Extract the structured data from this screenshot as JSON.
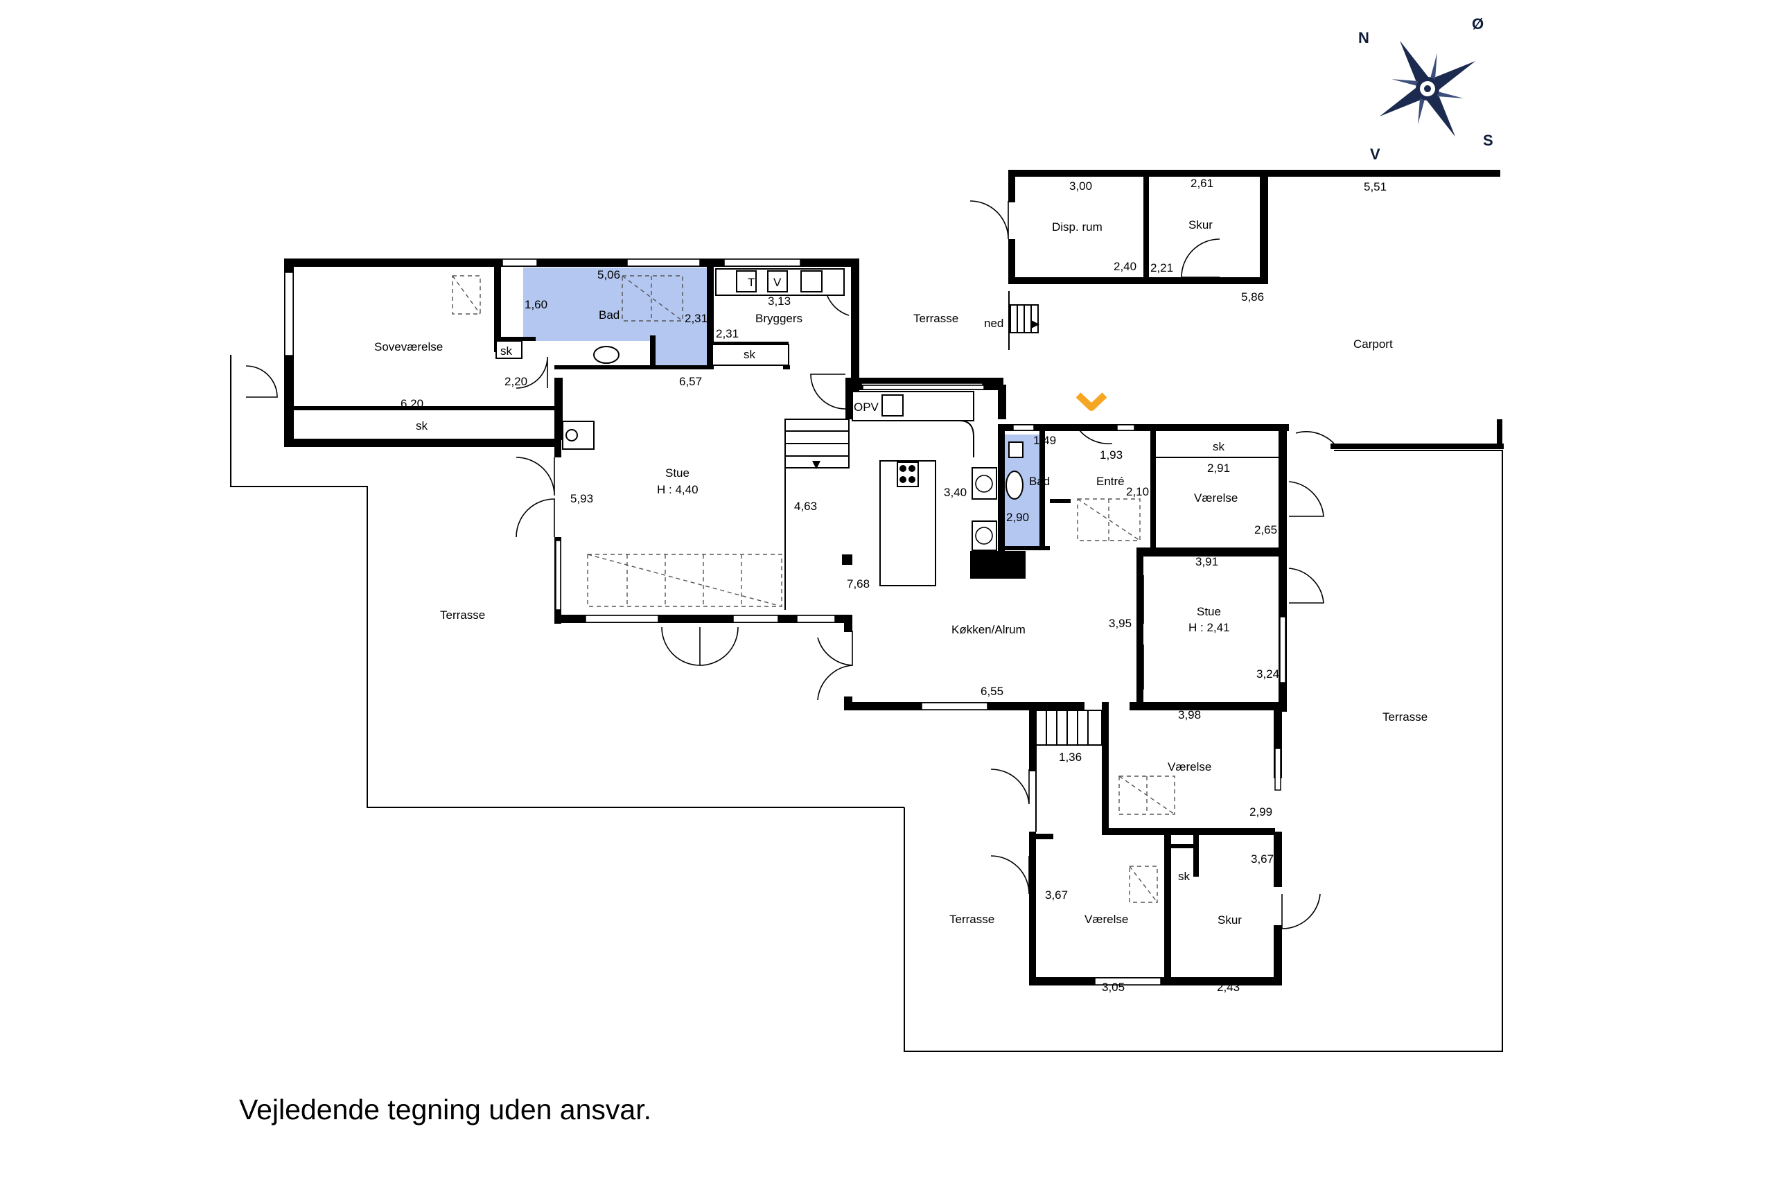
{
  "disclaimer": "Vejledende tegning uden ansvar.",
  "colors": {
    "bathroom": "#b3c7f0",
    "entry_marker": "#f5a623",
    "compass": "#1b2a4e"
  },
  "compass": {
    "n": "N",
    "e": "Ø",
    "s": "S",
    "w": "V"
  },
  "rooms": {
    "sovevaerelse": "Soveværelse",
    "bad_upper": "Bad",
    "bryggers": "Bryggers",
    "stue_left": "Stue",
    "stue_left_h": "H : 4,40",
    "koekken": "Køkken/Alrum",
    "bad_small": "Bad",
    "entre": "Entré",
    "vaerelse_1": "Værelse",
    "stue_right": "Stue",
    "stue_right_h": "H : 2,41",
    "vaerelse_2": "Værelse",
    "vaerelse_3": "Værelse",
    "skur_lower": "Skur",
    "disp_rum": "Disp. rum",
    "skur_upper": "Skur",
    "carport": "Carport",
    "terrasse_top": "Terrasse",
    "terrasse_left": "Terrasse",
    "terrasse_right": "Terrasse",
    "terrasse_bottom": "Terrasse"
  },
  "labels": {
    "sk_bed": "sk",
    "sk_bed_corridor": "sk",
    "sk_bryggers": "sk",
    "sk_vaerelse": "sk",
    "sk_lower": "sk",
    "ned": "ned",
    "opv": "OPV",
    "t": "T",
    "v": "V"
  },
  "dims": {
    "d_506": "5,06",
    "d_160": "1,60",
    "d_231a": "2,31",
    "d_313": "3,13",
    "d_231b": "2,31",
    "d_220": "2,20",
    "d_657": "6,57",
    "d_620": "6,20",
    "d_593": "5,93",
    "d_463": "4,63",
    "d_768": "7,68",
    "d_340": "3,40",
    "d_149": "1,49",
    "d_290": "2,90",
    "d_193": "1,93",
    "d_210": "2,10",
    "d_291": "2,91",
    "d_265": "2,65",
    "d_391": "3,91",
    "d_395": "3,95",
    "d_324": "3,24",
    "d_655": "6,55",
    "d_398": "3,98",
    "d_136": "1,36",
    "d_299": "2,99",
    "d_367a": "3,67",
    "d_367b": "3,67",
    "d_305": "3,05",
    "d_243": "2,43",
    "d_300": "3,00",
    "d_261": "2,61",
    "d_551": "5,51",
    "d_240": "2,40",
    "d_221": "2,21",
    "d_586": "5,86"
  }
}
